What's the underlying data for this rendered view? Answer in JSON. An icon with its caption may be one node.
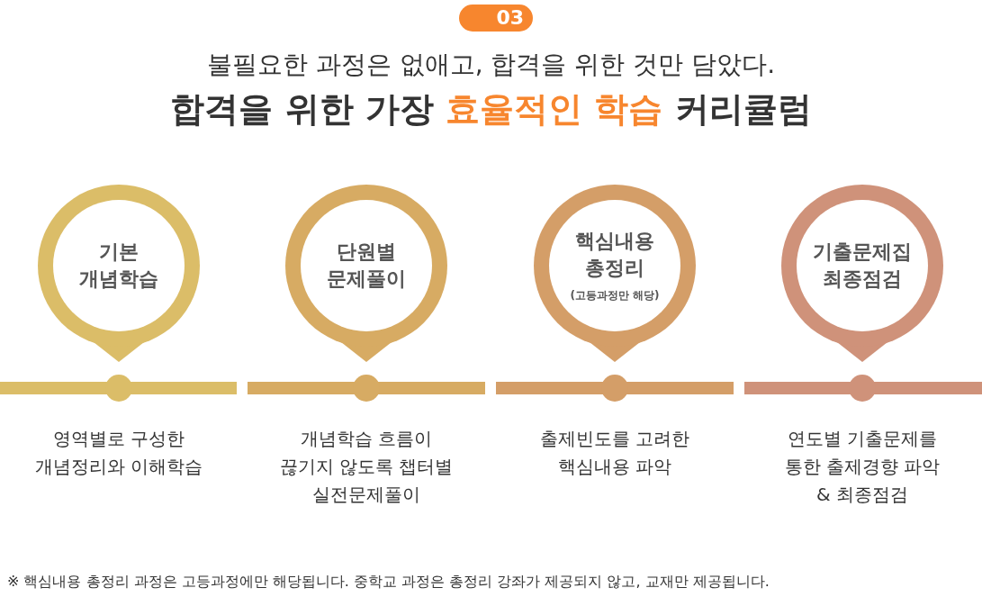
{
  "diagram": {
    "title": "합격을 위한 가장 *효율적인 학습* 커리큘럼",
    "nodes": [
      {
        "text": [
          "03"
        ]
      },
      {
        "text": [
          "기본 개념학습"
        ],
        "beside": [
          "영역별로 구성한 개념정리와 이해학습"
        ]
      },
      {
        "text": [
          "단원별 문제풀이"
        ],
        "beside": [
          "개념학습 흐름이 끊기지 않도록 챕터별 실전문제풀이"
        ]
      },
      {
        "text": [
          "핵심내용 총정리",
          "(고등과정만 해당)"
        ],
        "beside": [
          "출제빈도를 고려한 핵심내용 파악"
        ]
      },
      {
        "text": [
          "기출문제집 최종점검"
        ],
        "beside": [
          "연도별 기출문제를 통한 출제경향 파악 & 최종점검"
        ]
      }
    ],
    "labels": [
      "불필요한 과정은 없애고, 합격을 위한 것만 담았다.",
      "※ 핵심내용 총정리 과정은 고등과정에만 해당됩니다. 중학교 과정은 총정리 강좌가 제공되지 않고, 교재만 제공됩니다."
    ]
  }
}
